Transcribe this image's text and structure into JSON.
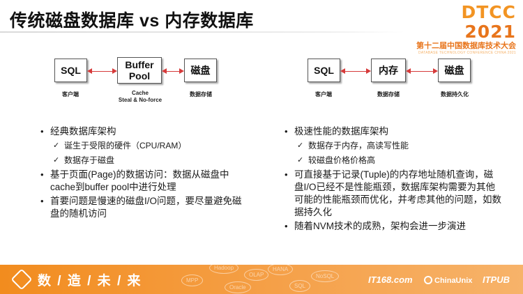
{
  "title": "传统磁盘数据库 vs 内存数据库",
  "logo": {
    "main": "DTCC",
    "year": "2021",
    "subtitle": "第十二届中国数据库技术大会",
    "tagline": "DATABASE TECHNOLOGY CONFERENCE CHINA 2021"
  },
  "left_diagram": {
    "boxes": [
      "SQL",
      "Buffer Pool",
      "磁盘"
    ],
    "captions": [
      "客户端",
      "Cache\nSteal & No-force",
      "数据存储"
    ]
  },
  "right_diagram": {
    "boxes": [
      "SQL",
      "内存",
      "磁盘"
    ],
    "captions": [
      "客户端",
      "数据存储",
      "数据持久化"
    ]
  },
  "left_list": {
    "items": [
      {
        "text": "经典数据库架构",
        "subs": [
          "诞生于受限的硬件（CPU/RAM）",
          "数据存于磁盘"
        ]
      },
      {
        "text": "基于页面(Page)的数据访问：数据从磁盘中cache到buffer pool中进行处理",
        "subs": []
      },
      {
        "text": "首要问题是慢速的磁盘I/O问题，要尽量避免磁盘的随机访问",
        "subs": []
      }
    ]
  },
  "right_list": {
    "items": [
      {
        "text": "极速性能的数据库架构",
        "subs": [
          "数据存于内存，高读写性能",
          "较磁盘价格价格高"
        ]
      },
      {
        "text": "可直接基于记录(Tuple)的内存地址随机查询，磁盘I/O已经不是性能瓶颈，数据库架构需要为其他可能的性能瓶颈而优化，并考虑其他的问题，如数据持久化",
        "subs": []
      },
      {
        "text": "随着NVM技术的成熟，架构会进一步演进",
        "subs": []
      }
    ]
  },
  "footer": {
    "slogan": "数 / 造 / 未 / 来",
    "cloud_words": [
      "Hadoop",
      "OLAP",
      "HANA",
      "MPP",
      "Oracle",
      "SQL",
      "NoSQL"
    ],
    "sponsors": [
      "IT168.com",
      "ChinaUnix",
      "ITPUB"
    ]
  },
  "colors": {
    "accent": "#f29423",
    "arrow": "#d63a3a"
  }
}
